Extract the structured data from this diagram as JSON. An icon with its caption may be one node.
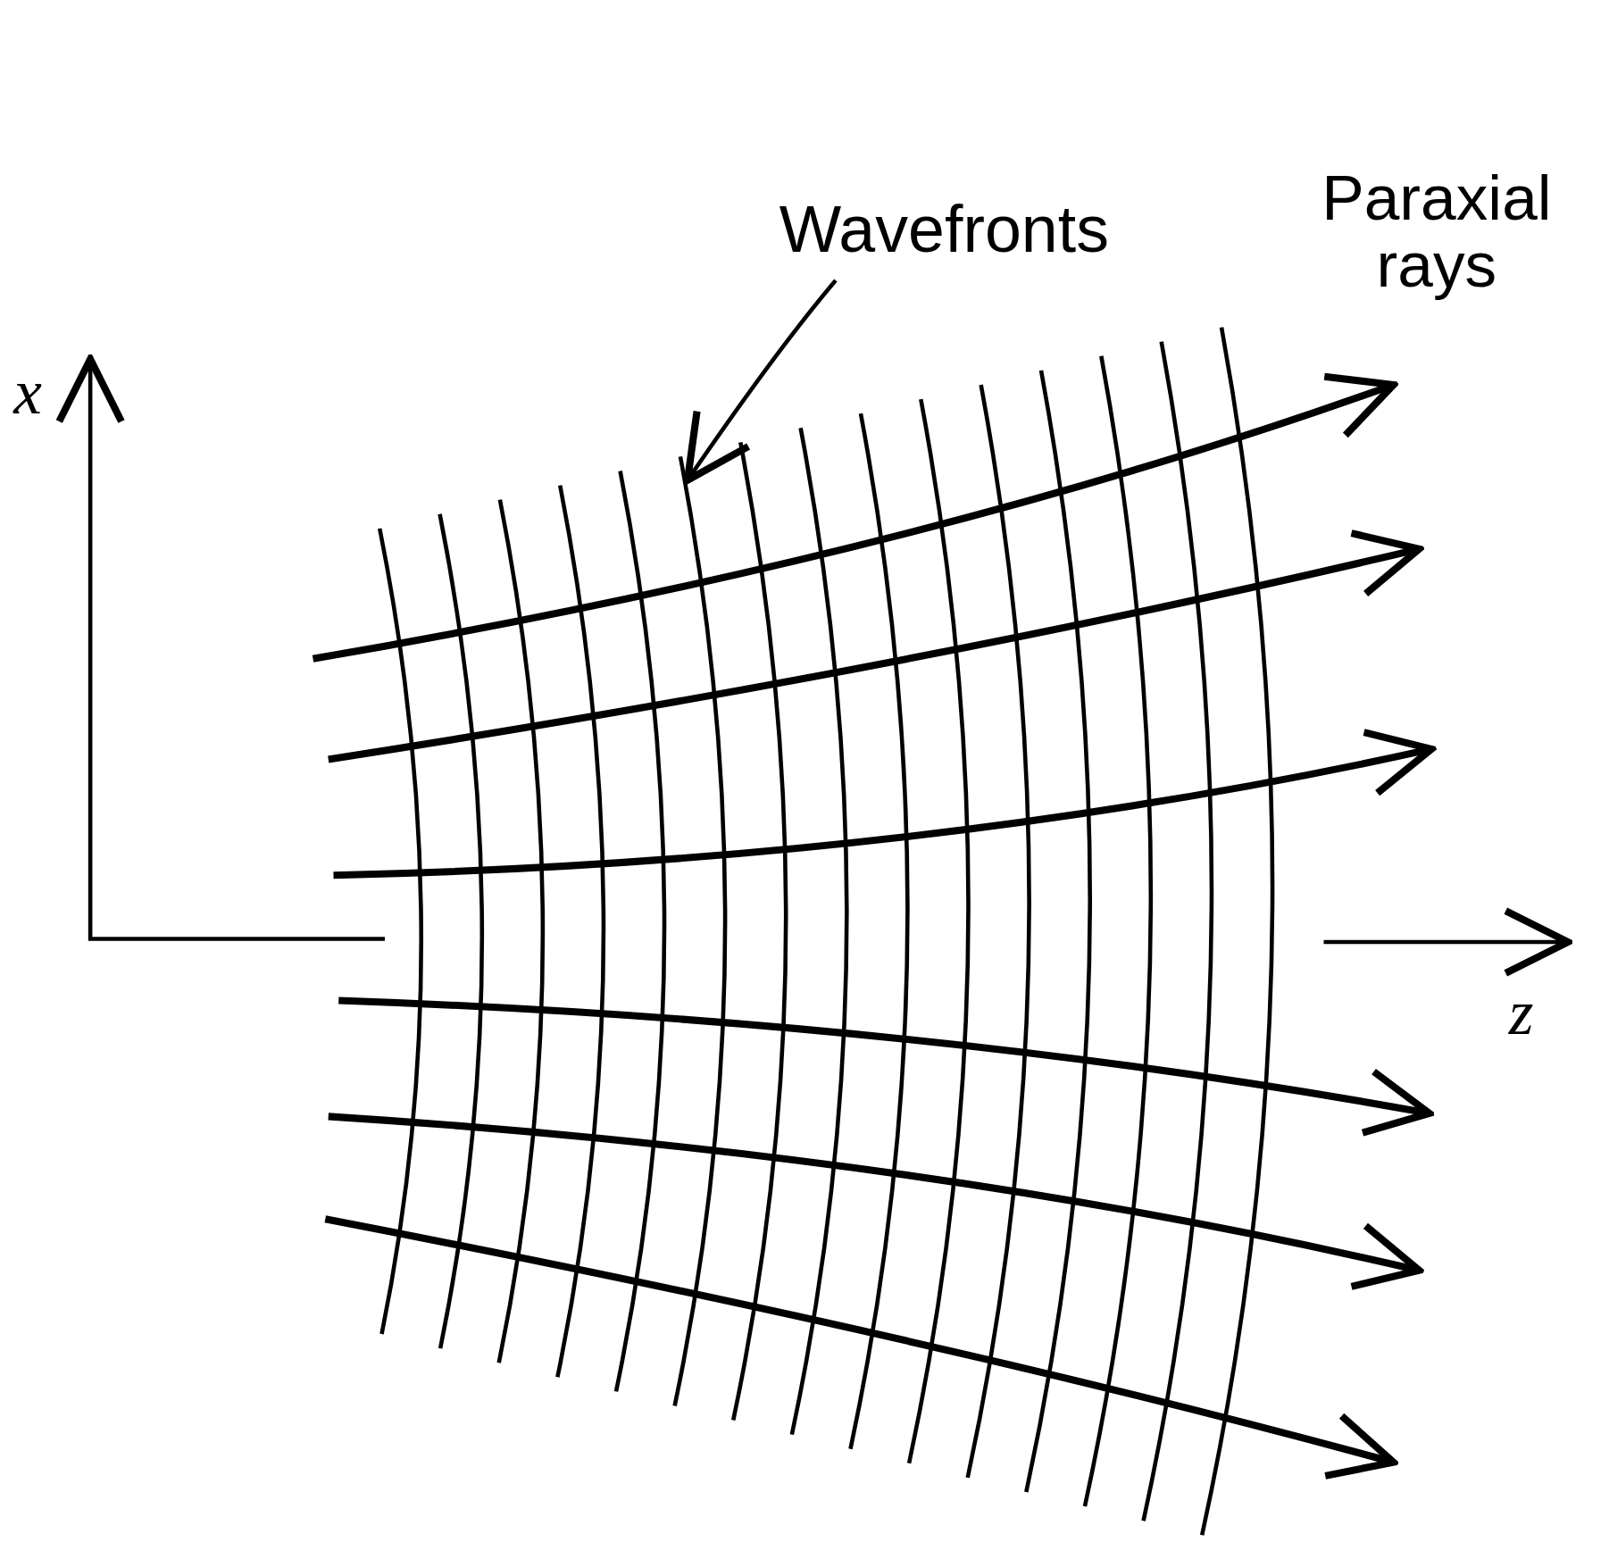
{
  "diagram": {
    "nodes": [
      {
        "text": [
          "Wavefronts"
        ]
      },
      {
        "text": [],
        "shape": "line"
      }
    ],
    "edges": [
      {
        "from": 0,
        "to": 1,
        "arrow": "to"
      }
    ],
    "labels": [
      "Paraxial rays",
      "x",
      "z"
    ]
  }
}
